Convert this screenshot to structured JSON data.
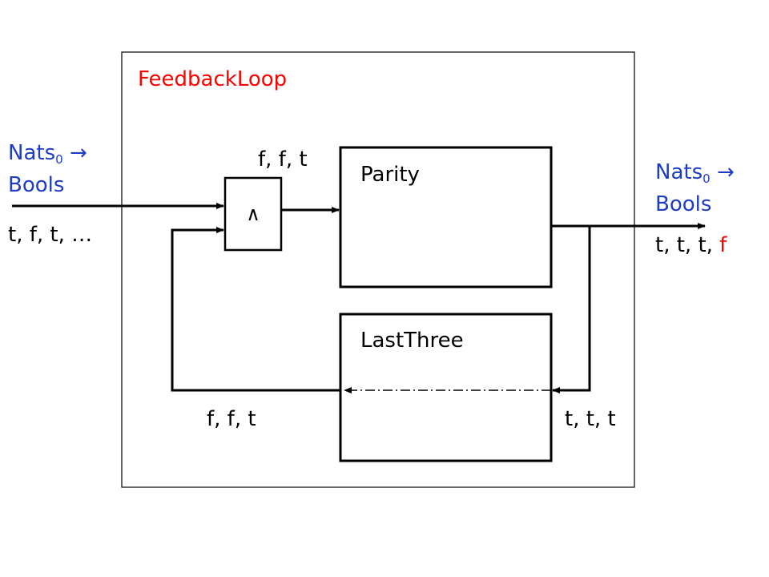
{
  "loop_title": "FeedbackLoop",
  "input": {
    "type_label": "Nats",
    "type_subscript": "0",
    "arrow_glyph": "→",
    "type_range": "Bools",
    "stream": "t, f, t, …"
  },
  "output": {
    "type_label": "Nats",
    "type_subscript": "0",
    "arrow_glyph": "→",
    "type_range": "Bools",
    "stream_prefix": "t, t, t,",
    "stream_last": "f"
  },
  "and_gate": {
    "symbol": "∧"
  },
  "parity": {
    "label": "Parity",
    "input_stream": "f, f, t"
  },
  "last_three": {
    "label": "LastThree",
    "input_stream": "t, t, t",
    "output_stream": "f, f, t"
  },
  "colors": {
    "title": "#ff0000",
    "type_labels": "#1f3cc4",
    "highlight": "#ff0000",
    "lines": "#000000"
  }
}
